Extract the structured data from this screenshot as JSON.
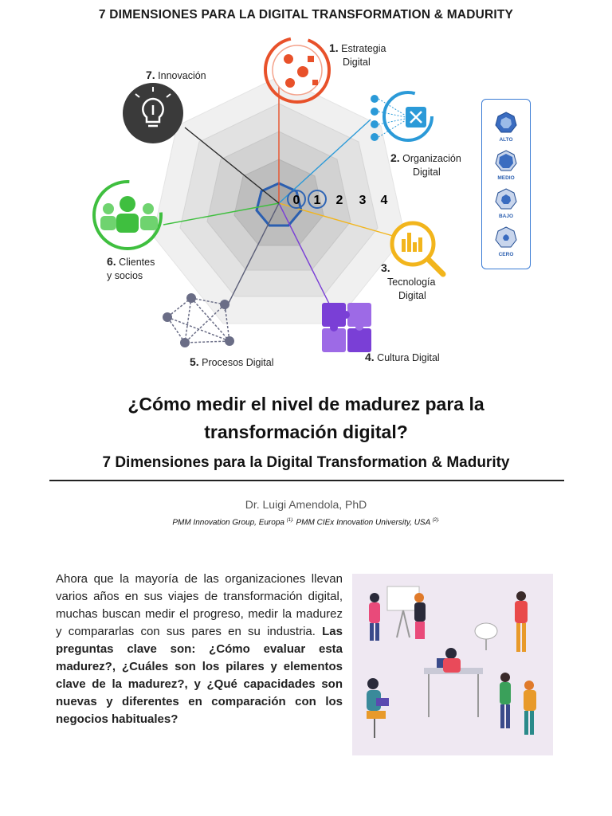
{
  "figure": {
    "title": "7 DIMENSIONES PARA LA DIGITAL TRANSFORMATION & MADURITY",
    "dimensions": [
      {
        "num": "1.",
        "label_line1": "Estrategia",
        "label_line2": "Digital",
        "color": "#e8512a",
        "icon": "strategy-flow-icon"
      },
      {
        "num": "2.",
        "label_line1": "Organización",
        "label_line2": "Digital",
        "color": "#2b9ad8",
        "icon": "organization-network-icon"
      },
      {
        "num": "3.",
        "label_line1": "Tecnología",
        "label_line2": "Digital",
        "color": "#f2b51c",
        "icon": "technology-chart-magnifier-icon"
      },
      {
        "num": "4.",
        "label_line1": "Cultura Digital",
        "label_line2": "",
        "color": "#7a3fd6",
        "icon": "puzzle-icon"
      },
      {
        "num": "5.",
        "label_line1": "Procesos Digital",
        "label_line2": "",
        "color": "#5c5f78",
        "icon": "process-network-icon"
      },
      {
        "num": "6.",
        "label_line1": "Clientes",
        "label_line2": "y socios",
        "color": "#3fbf3f",
        "icon": "people-group-icon"
      },
      {
        "num": "7.",
        "label_line1": "Innovación",
        "label_line2": "",
        "color": "#2b2b2b",
        "icon": "lightbulb-icon"
      }
    ],
    "scale": [
      "0",
      "1",
      "2",
      "3",
      "4"
    ],
    "legend": [
      "ALTO",
      "MEDIO",
      "BAJO",
      "CERO"
    ]
  },
  "article": {
    "title_line1": "¿Cómo medir el nivel de madurez para la",
    "title_line2": "transformación digital?",
    "subtitle": "7 Dimensiones para la Digital Transformation & Madurity",
    "author": "Dr. Luigi Amendola, PhD",
    "affiliation_1": "PMM Innovation Group, Europa ",
    "affiliation_1_sup": "(1).",
    "affiliation_2": " PMM CIEx Innovation University, USA ",
    "affiliation_2_sup": "(2).",
    "body_normal": "Ahora que la mayoría de las organizaciones llevan varios años en sus viajes de transformación digital, muchas buscan medir el progreso, medir la madurez y compararlas con sus pares en su industria. ",
    "body_bold": "Las preguntas clave son: ¿Cómo evaluar esta madurez?, ¿Cuáles son los pilares y elementos clave de la madurez?, y ¿Qué capacidades son nuevas y diferentes en comparación con los negocios habituales?"
  }
}
